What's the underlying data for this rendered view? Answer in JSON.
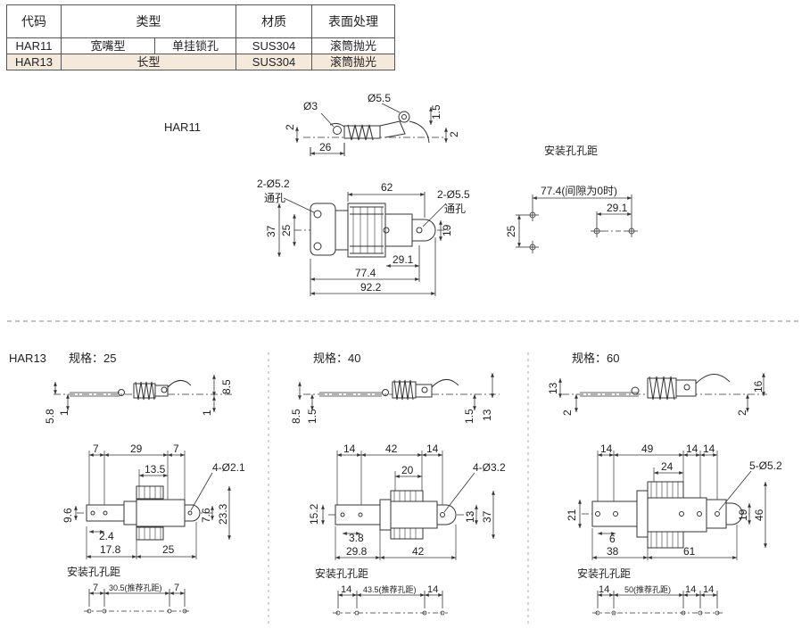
{
  "table": {
    "headers": {
      "code": "代码",
      "type": "类型",
      "material": "材质",
      "surface": "表面处理"
    },
    "rows": [
      {
        "code": "HAR11",
        "type_a": "宽嘴型",
        "type_b": "单挂锁孔",
        "material": "SUS304",
        "surface": "滚筒抛光"
      },
      {
        "code": "HAR13",
        "type": "长型",
        "material": "SUS304",
        "surface": "滚筒抛光"
      }
    ]
  },
  "har11": {
    "label": "HAR11",
    "side": {
      "d_hole": "Ø3",
      "d_loop": "Ø5.5",
      "dim_2_left": "2",
      "dim_26": "26",
      "dim_1_5": "1.5",
      "dim_2_right": "2"
    },
    "top": {
      "holes_left": "2-Ø5.2",
      "holes_left_note": "通孔",
      "holes_right": "2-Ø5.5",
      "holes_right_note": "通孔",
      "dim_62": "62",
      "dim_37": "37",
      "dim_25": "25",
      "dim_19": "19",
      "dim_29_1": "29.1",
      "dim_77_4": "77.4",
      "dim_92_2": "92.2"
    },
    "mount": {
      "title": "安装孔孔距",
      "dim_77_4": "77.4(间隙为0时)",
      "dim_29_1": "29.1",
      "dim_25": "25"
    }
  },
  "har13": {
    "label": "HAR13",
    "s25": {
      "title": "规格：25",
      "side": {
        "dim_5_8": "5.8",
        "dim_1_left": "1",
        "dim_8_5": "8.5",
        "dim_1_right": "1"
      },
      "top": {
        "dim_7a": "7",
        "dim_29": "29",
        "dim_7b": "7",
        "dim_13_5": "13.5",
        "holes": "4-Ø2.1",
        "dim_9_6": "9.6",
        "dim_2_4": "2.4",
        "dim_7_6": "7.6",
        "dim_23_3": "23.3",
        "dim_17_8": "17.8",
        "dim_25": "25"
      },
      "mount": {
        "title": "安装孔孔距",
        "dim_7a": "7",
        "dim_mid": "30.5(推荐孔距)",
        "dim_7b": "7"
      }
    },
    "s40": {
      "title": "规格：40",
      "side": {
        "dim_8_5": "8.5",
        "dim_1_5_left": "1.5",
        "dim_1_5_right": "1.5",
        "dim_13": "13"
      },
      "top": {
        "dim_14a": "14",
        "dim_42": "42",
        "dim_14b": "14",
        "dim_20": "20",
        "holes": "4-Ø3.2",
        "dim_15_2": "15.2",
        "dim_3_8": "3.8",
        "dim_13": "13",
        "dim_37": "37",
        "dim_29_8": "29.8",
        "dim_42b": "42"
      },
      "mount": {
        "title": "安装孔孔距",
        "dim_14a": "14",
        "dim_mid": "43.5(推荐孔距)",
        "dim_14b": "14"
      }
    },
    "s60": {
      "title": "规格：60",
      "side": {
        "dim_13": "13",
        "dim_2_left": "2",
        "dim_16": "16",
        "dim_2_right": "2"
      },
      "top": {
        "dim_14a": "14",
        "dim_49": "49",
        "dim_14b": "14",
        "dim_14c": "14",
        "dim_24": "24",
        "holes": "5-Ø5.2",
        "dim_21": "21",
        "dim_6": "6",
        "dim_19": "19",
        "dim_46": "46",
        "dim_38": "38",
        "dim_61": "61"
      },
      "mount": {
        "title": "安装孔孔距",
        "dim_14a": "14",
        "dim_mid": "50(推荐孔距)",
        "dim_14b": "14",
        "dim_14c": "14"
      }
    }
  }
}
